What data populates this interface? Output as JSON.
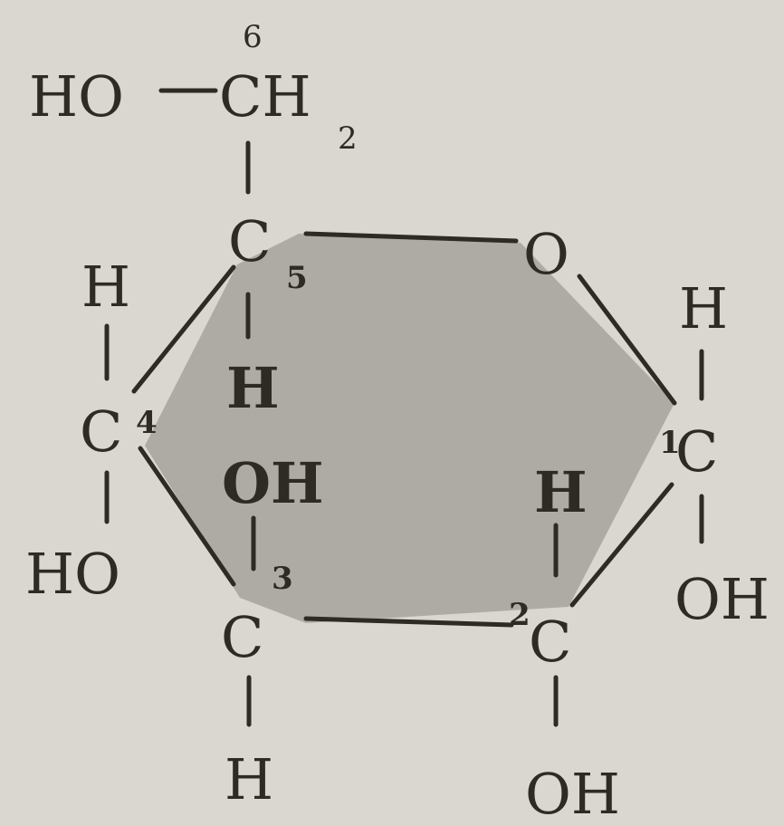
{
  "colors": {
    "paper": "#d9d7cf",
    "ring_fill": "#a8a69f",
    "ink": "#2e2a24"
  },
  "atoms": {
    "ch2_ho": "HO",
    "ch2_c": "CH",
    "ch2_sub": "2",
    "c6_num": "6",
    "c5": "C",
    "c5_num": "5",
    "ring_o": "O",
    "c4": "C",
    "c4_num": "4",
    "c4_h": "H",
    "c4_oh": "HO",
    "c5_h": "H",
    "c3_oh": "OH",
    "c3": "C",
    "c3_num": "3",
    "c3_h": "H",
    "c2": "C",
    "c2_num": "2",
    "c2_h": "H",
    "c2_oh": "OH",
    "c1": "C",
    "c1_num": "1",
    "c1_h": "H",
    "c1_oh": "OH"
  }
}
